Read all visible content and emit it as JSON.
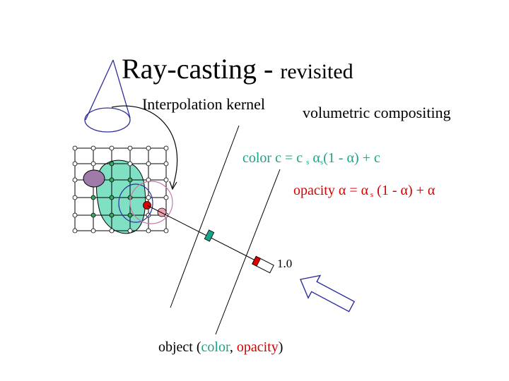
{
  "title": {
    "main": "Ray-casting - ",
    "sub": "revisited"
  },
  "interpolation_label": "Interpolation kernel",
  "compositing_label": "volumetric compositing",
  "color_formula": {
    "lead": "color c = c ",
    "sub1": "s",
    "alpha": "α",
    "sub2": "s",
    "rest": "(1 - ",
    "alpha2": "α",
    "tail": ") + c"
  },
  "opacity_formula": {
    "lead": "opacity ",
    "alpha": "α",
    "eq": " = ",
    "alpha2": "α",
    "sub": " s",
    "rest": " (1 - ",
    "alpha3": "α",
    "tail": ") + ",
    "alpha4": "α"
  },
  "one_label": "1.0",
  "object_label": {
    "lead": "object (",
    "color": "color",
    "sep": ", ",
    "opacity": "opacity",
    "tail": ")"
  },
  "colors": {
    "teal": "#1aa38a",
    "red": "#d40000",
    "blob": "#7fe0c4",
    "purple": "#a07aa8",
    "navy": "#2d2d9a"
  }
}
